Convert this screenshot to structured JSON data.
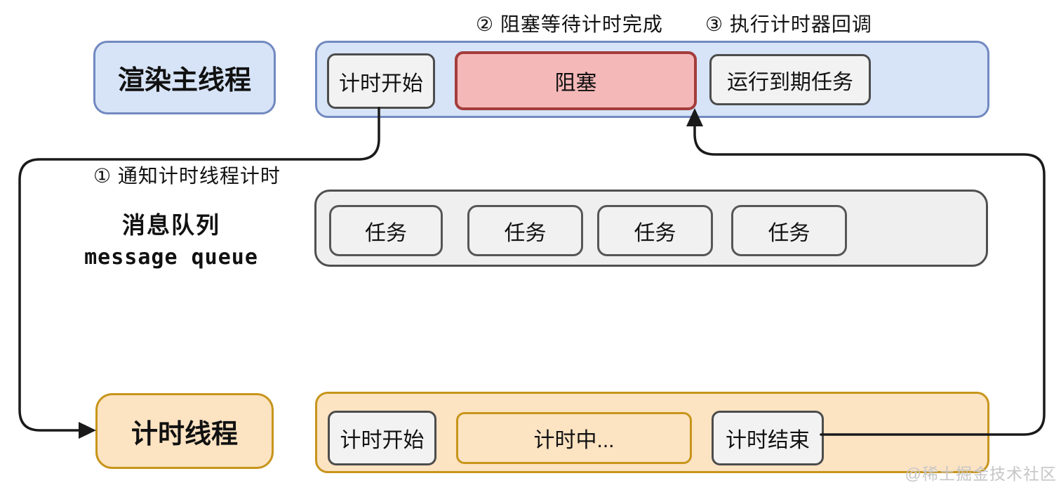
{
  "annotations": {
    "step1": "① 通知计时线程计时",
    "step2": "② 阻塞等待计时完成",
    "step3": "③ 执行计时器回调"
  },
  "main_thread": {
    "label": "渲染主线程",
    "segments": [
      {
        "label": "计时开始",
        "style": "gray"
      },
      {
        "label": "阻塞",
        "style": "red"
      },
      {
        "label": "运行到期任务",
        "style": "gray"
      }
    ]
  },
  "message_queue": {
    "label_zh": "消息队列",
    "label_en": "message queue",
    "tasks": [
      {
        "label": "任务"
      },
      {
        "label": "任务"
      },
      {
        "label": "任务"
      },
      {
        "label": "任务"
      }
    ]
  },
  "timer_thread": {
    "label": "计时线程",
    "segments": [
      {
        "label": "计时开始",
        "style": "gray"
      },
      {
        "label": "计时中...",
        "style": "orange-outline"
      },
      {
        "label": "计时结束",
        "style": "gray"
      }
    ]
  },
  "watermark": "@稀土掘金技术社区",
  "colors": {
    "blue_fill": "#d7e4f7",
    "blue_border": "#7289c0",
    "red_fill": "#f5b8b8",
    "red_border": "#a43c3c",
    "gray_fill": "#f2f2f2",
    "gray_border": "#4c4c4c",
    "orange_fill": "#fce3c2",
    "orange_border": "#c8951b",
    "arrow": "#1a1a1a",
    "watermark": "#c6c6c6"
  }
}
